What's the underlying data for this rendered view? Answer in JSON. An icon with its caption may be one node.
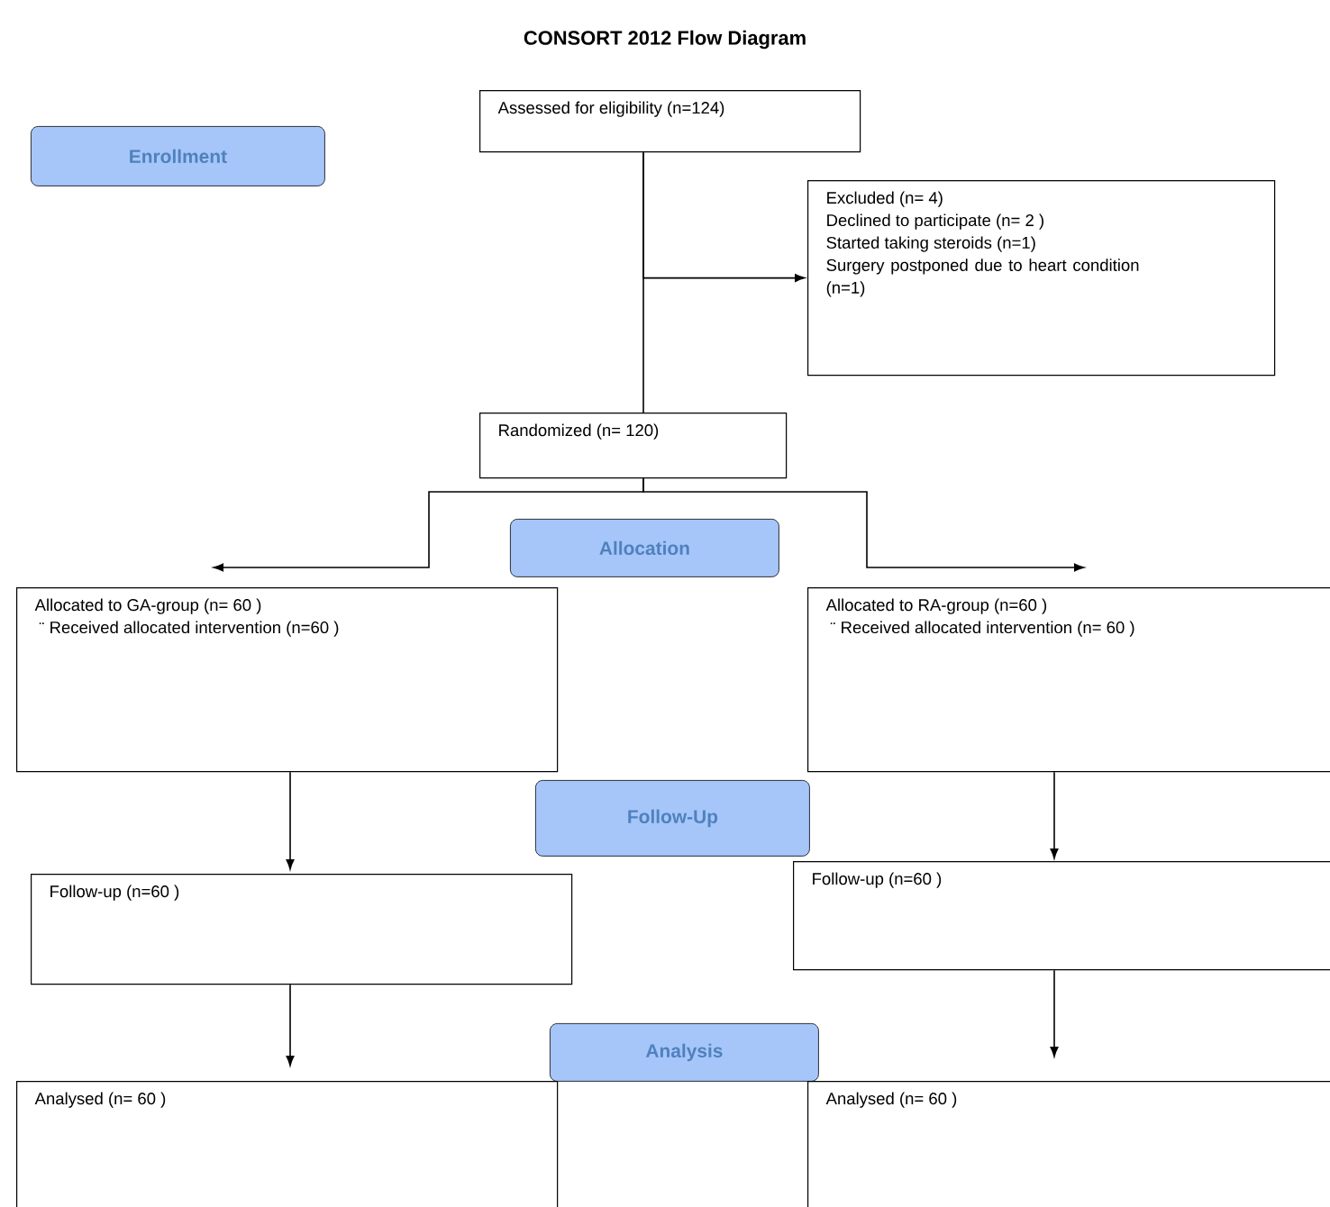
{
  "diagram": {
    "title": "CONSORT 2012 Flow Diagram",
    "nodes": [
      {
        "text": [
          "Enrollment"
        ]
      },
      {
        "text": [
          "Assessed for eligibility (n=124)"
        ]
      },
      {
        "text": [
          "Excluded  (n= 4)",
          "Declined to participate (n= 2 )",
          "Started taking steroids (n=1)",
          "Surgery postponed due to heart condition (n=1)"
        ]
      },
      {
        "text": [
          "Randomized (n= 120)"
        ]
      },
      {
        "text": [
          "Allocation"
        ]
      },
      {
        "text": [
          "Allocated to GA-group (n= 60 )",
          "Received allocated intervention (n=60  )"
        ]
      },
      {
        "text": [
          "Allocated to RA-group (n=60 )",
          "Received allocated intervention (n= 60 )"
        ]
      },
      {
        "text": [
          "Follow-Up"
        ]
      },
      {
        "text": [
          "Follow-up  (n=60 )"
        ]
      },
      {
        "text": [
          "Follow-up  (n=60  )"
        ]
      },
      {
        "text": [
          "Analysis"
        ]
      },
      {
        "text": [
          "Analysed  (n= 60 )"
        ]
      },
      {
        "text": [
          "Analysed  (n= 60 )"
        ]
      }
    ],
    "edges": [
      {
        "from": 1,
        "to": 3,
        "arrow": "none"
      },
      {
        "from": 1,
        "to": 2,
        "arrow": "to"
      },
      {
        "from": 3,
        "to": 5,
        "arrow": "to"
      },
      {
        "from": 3,
        "to": 6,
        "arrow": "to"
      },
      {
        "from": 5,
        "to": 8,
        "arrow": "to"
      },
      {
        "from": 6,
        "to": 9,
        "arrow": "to"
      },
      {
        "from": 8,
        "to": 11,
        "arrow": "to"
      },
      {
        "from": 9,
        "to": 12,
        "arrow": "to"
      }
    ]
  }
}
